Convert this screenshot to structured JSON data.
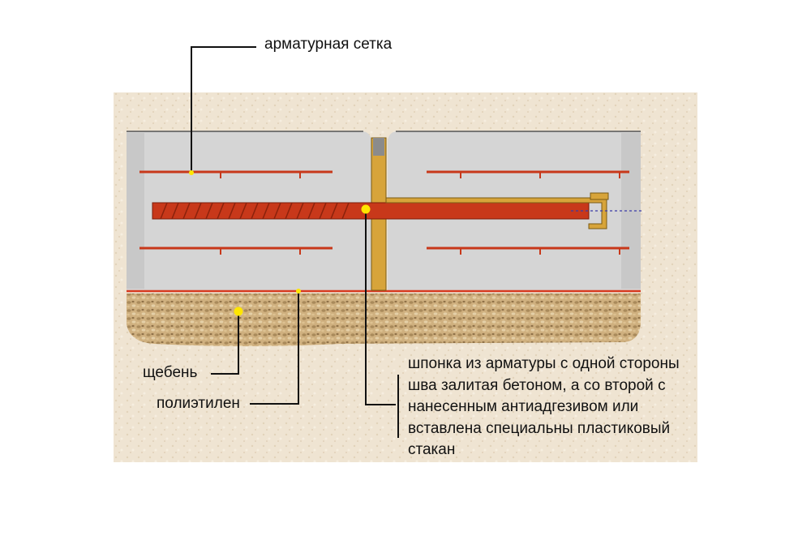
{
  "labels": {
    "mesh": "арматурная сетка",
    "gravel": "щебень",
    "polyethylene": "полиэтилен",
    "dowel": [
      "шпонка из арматуры с одной стороны",
      "шва залитая бетоном, а со второй с",
      "нанесенным антиадгезивом или",
      "вставлена специальны пластиковый",
      "стакан"
    ]
  },
  "colors": {
    "background": "#efe4d2",
    "concrete": "#d5d5d5",
    "rebar": "#c8381a",
    "gravel": "#c9a572",
    "joint_filler": "#d7a43a",
    "marker": "#ffe600",
    "leader": "#111111"
  }
}
